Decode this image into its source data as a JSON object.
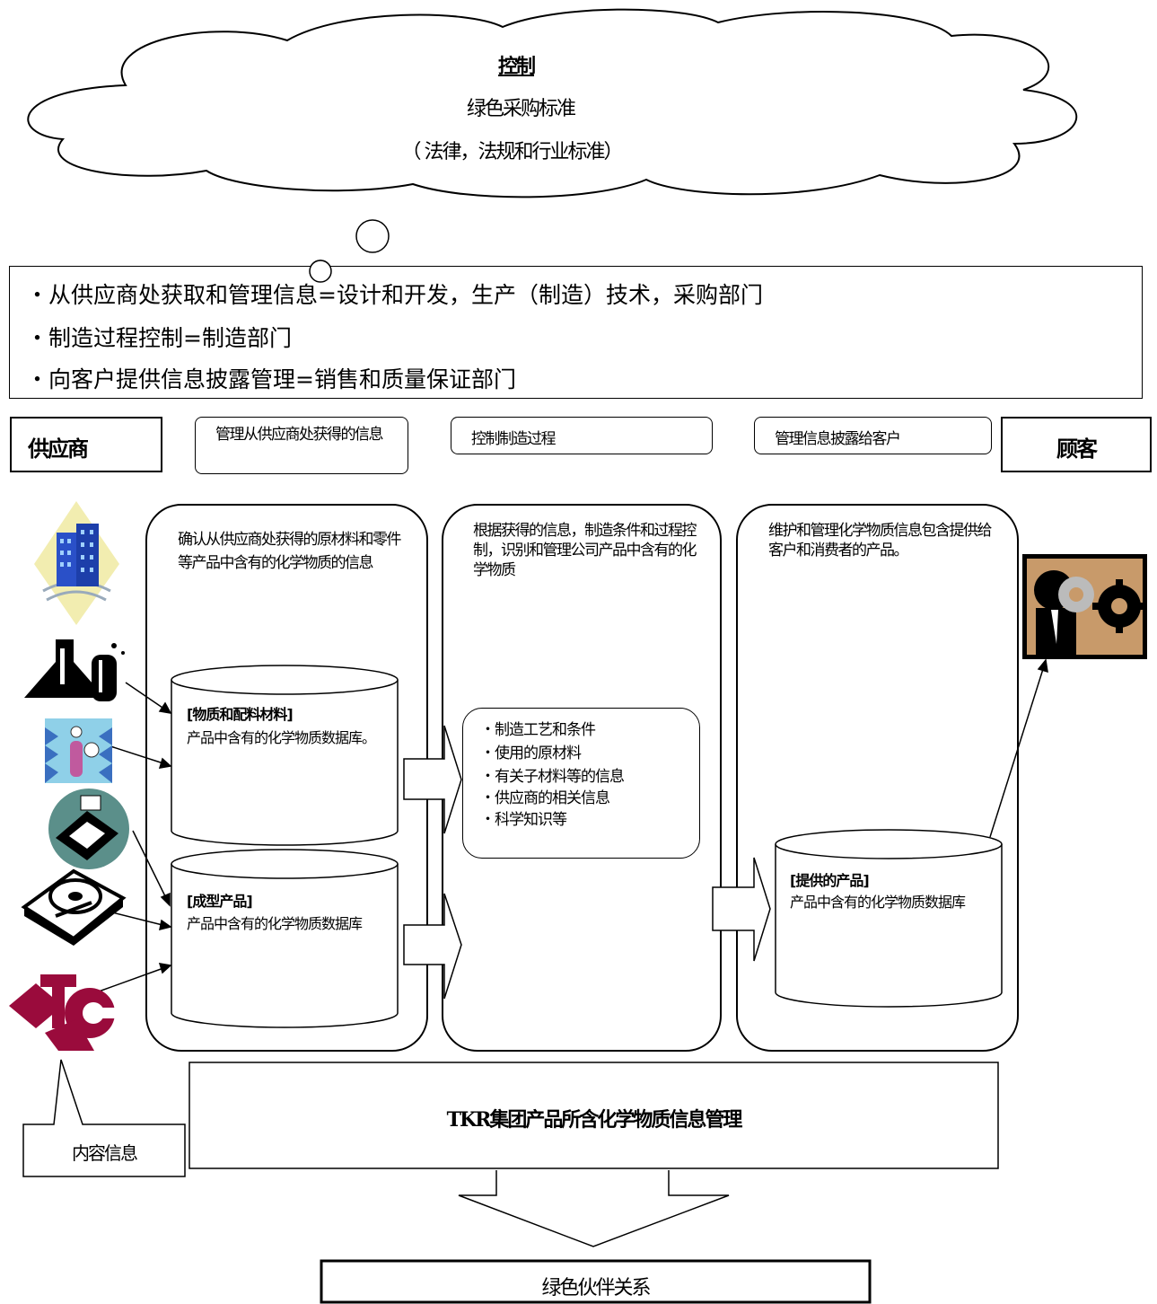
{
  "cloud": {
    "title": "控制",
    "line1": "绿色采购标准",
    "line2": "（ 法律，法规和行业标准）"
  },
  "dept_box": {
    "items": [
      "・从供应商处获取和管理信息=设计和开发，生产（制造）技术，采购部门",
      "・制造过程控制=制造部门",
      "・向客户提供信息披露管理=销售和质量保证部门"
    ]
  },
  "headers": {
    "supplier": "供应商",
    "manage_info": "管理从供应商处获得的信息",
    "control_process": "控制制造过程",
    "disclose_info": "管理信息披露给客户",
    "customer": "顾客"
  },
  "lane1": {
    "desc": "确认从供应商处获得的原材料和零件等产品中含有的化学物质的信息",
    "db1_title": "[物质和配料材料]",
    "db1_text": "产品中含有的化学物质数据库。",
    "db2_title": "[成型产品]",
    "db2_text": "产品中含有的化学物质数据库"
  },
  "lane2": {
    "desc": "根据获得的信息，制造条件和过程控制，识别和管理公司产品中含有的化学物质",
    "items": [
      "制造工艺和条件",
      "使用的原材料",
      "有关子材料等的信息",
      "供应商的相关信息",
      "科学知识等"
    ]
  },
  "lane3": {
    "desc": "维护和管理化学物质信息包含提供给客户和消费者的产品。",
    "db_title": "[提供的产品]",
    "db_text": "产品中含有的化学物质数据库"
  },
  "content_info": "内容信息",
  "bottom_box": "TKR集团产品所含化学物质信息管理",
  "green_partner": "绿色伙伴关系",
  "icons": [
    "building-icon",
    "flask-icon",
    "medicine-icon",
    "chip-icon",
    "hard-disk-icon",
    "tc-logo-icon",
    "businessman-gear-icon"
  ]
}
